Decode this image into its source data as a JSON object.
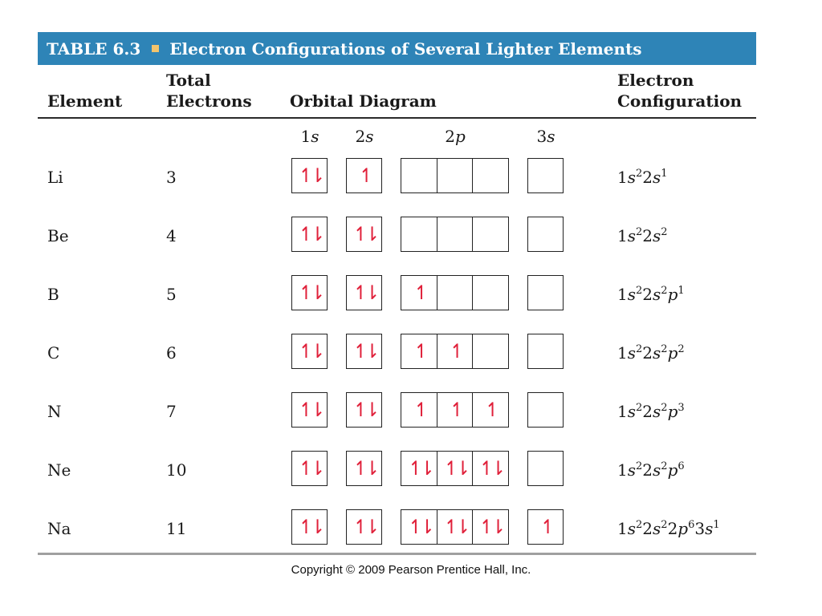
{
  "title": {
    "table_number": "TABLE 6.3",
    "separator_icon": "square-bullet",
    "caption": "Electron Configurations of Several Lighter Elements",
    "banner_color": "#2e84b7",
    "bullet_color": "#f2c46d"
  },
  "headers": {
    "element": "Element",
    "total_line1": "Total",
    "total_line2": "Electrons",
    "orbital": "Orbital Diagram",
    "config_line1": "Electron",
    "config_line2": "Configuration"
  },
  "orbital_labels": [
    {
      "n": "1",
      "l": "s"
    },
    {
      "n": "2",
      "l": "s"
    },
    {
      "n": "2",
      "l": "p"
    },
    {
      "n": "3",
      "l": "s"
    }
  ],
  "arrow_color": "#e0203a",
  "rows": [
    {
      "element": "Li",
      "electrons": "3",
      "orbitals": {
        "1s": [
          "paired"
        ],
        "2s": [
          "up"
        ],
        "2p": [
          "",
          "",
          ""
        ],
        "3s": [
          ""
        ]
      },
      "config": [
        [
          "1",
          "s",
          "2"
        ],
        [
          "2",
          "s",
          "1"
        ]
      ]
    },
    {
      "element": "Be",
      "electrons": "4",
      "orbitals": {
        "1s": [
          "paired"
        ],
        "2s": [
          "paired"
        ],
        "2p": [
          "",
          "",
          ""
        ],
        "3s": [
          ""
        ]
      },
      "config": [
        [
          "1",
          "s",
          "2"
        ],
        [
          "2",
          "s",
          "2"
        ]
      ]
    },
    {
      "element": "B",
      "electrons": "5",
      "orbitals": {
        "1s": [
          "paired"
        ],
        "2s": [
          "paired"
        ],
        "2p": [
          "up",
          "",
          ""
        ],
        "3s": [
          ""
        ]
      },
      "config": [
        [
          "1",
          "s",
          "2"
        ],
        [
          "2",
          "s",
          "2"
        ],
        [
          "",
          "p",
          "1"
        ]
      ]
    },
    {
      "element": "C",
      "electrons": "6",
      "orbitals": {
        "1s": [
          "paired"
        ],
        "2s": [
          "paired"
        ],
        "2p": [
          "up",
          "up",
          ""
        ],
        "3s": [
          ""
        ]
      },
      "config": [
        [
          "1",
          "s",
          "2"
        ],
        [
          "2",
          "s",
          "2"
        ],
        [
          "",
          "p",
          "2"
        ]
      ]
    },
    {
      "element": "N",
      "electrons": "7",
      "orbitals": {
        "1s": [
          "paired"
        ],
        "2s": [
          "paired"
        ],
        "2p": [
          "up",
          "up",
          "up"
        ],
        "3s": [
          ""
        ]
      },
      "config": [
        [
          "1",
          "s",
          "2"
        ],
        [
          "2",
          "s",
          "2"
        ],
        [
          "",
          "p",
          "3"
        ]
      ]
    },
    {
      "element": "Ne",
      "electrons": "10",
      "orbitals": {
        "1s": [
          "paired"
        ],
        "2s": [
          "paired"
        ],
        "2p": [
          "paired",
          "paired",
          "paired"
        ],
        "3s": [
          ""
        ]
      },
      "config": [
        [
          "1",
          "s",
          "2"
        ],
        [
          "2",
          "s",
          "2"
        ],
        [
          "",
          "p",
          "6"
        ]
      ]
    },
    {
      "element": "Na",
      "electrons": "11",
      "orbitals": {
        "1s": [
          "paired"
        ],
        "2s": [
          "paired"
        ],
        "2p": [
          "paired",
          "paired",
          "paired"
        ],
        "3s": [
          "up"
        ]
      },
      "config": [
        [
          "1",
          "s",
          "2"
        ],
        [
          "2",
          "s",
          "2"
        ],
        [
          "2",
          "p",
          "6"
        ],
        [
          "3",
          "s",
          "1"
        ]
      ]
    }
  ],
  "copyright": "Copyright © 2009 Pearson Prentice Hall, Inc."
}
